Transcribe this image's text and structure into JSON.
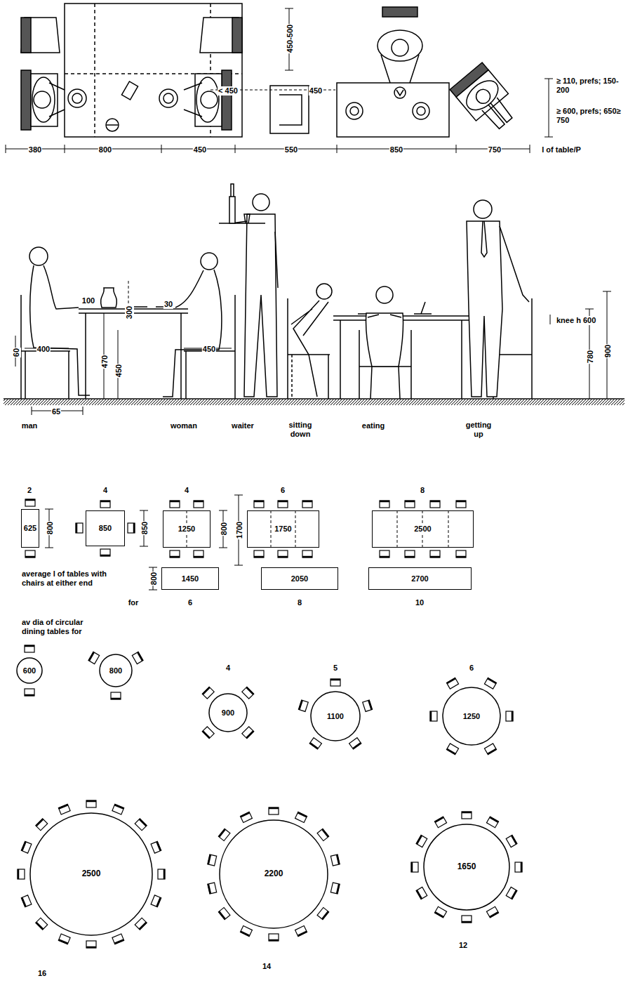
{
  "diagram": {
    "nodes": [
      {
        "text": [
          "625"
        ]
      },
      {
        "text": [
          "850"
        ]
      },
      {
        "text": [
          "1250"
        ]
      },
      {
        "text": [
          "1750"
        ]
      },
      {
        "text": [
          "2500"
        ]
      },
      {
        "text": [
          "1450"
        ]
      },
      {
        "text": [
          "2050"
        ]
      },
      {
        "text": [
          "2700"
        ]
      },
      {
        "text": [
          "600"
        ]
      },
      {
        "text": [
          "800"
        ]
      },
      {
        "text": [
          "900"
        ]
      },
      {
        "text": [
          "1100"
        ]
      },
      {
        "text": [
          "1250"
        ]
      },
      {
        "text": [
          "2500"
        ]
      },
      {
        "text": [
          "2200"
        ]
      },
      {
        "text": [
          "1650"
        ]
      }
    ],
    "labels": [
      "380",
      "800",
      "450",
      "550",
      "850",
      "750",
      "l of table/P",
      "< 450",
      "450",
      "450-500",
      "≥ 110, prefs; 150-200",
      "≥ 600, prefs; 650≥ 750",
      "100",
      "300",
      "30",
      "60",
      "400",
      "470",
      "450",
      "450",
      "65",
      "knee h 600",
      "780",
      "900",
      "man",
      "woman",
      "waiter",
      "sitting down",
      "eating",
      "getting up",
      "2",
      "4",
      "4",
      "6",
      "8",
      "800",
      "850",
      "800",
      "1700",
      "average l of tables with chairs at either end",
      "800",
      "for",
      "6",
      "8",
      "10",
      "av dia of circular dining tables for",
      "4",
      "5",
      "6",
      "16",
      "14",
      "12"
    ]
  }
}
